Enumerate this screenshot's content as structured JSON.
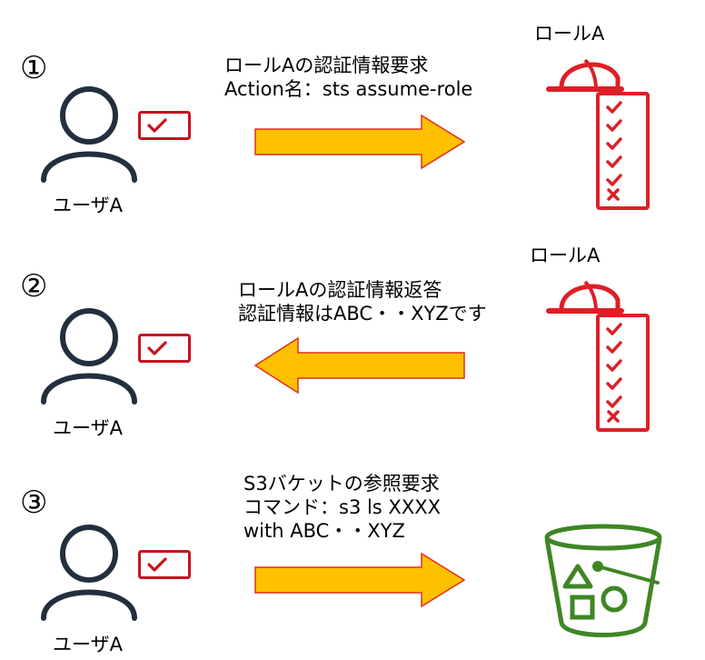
{
  "steps": [
    {
      "number": "①",
      "user_label": "ユーザA",
      "message_line1": "ロールAの認証情報要求",
      "message_line2": "Action名：sts assume-role",
      "message_line3": "",
      "target_label": "ロールA",
      "direction": "right"
    },
    {
      "number": "②",
      "user_label": "ユーザA",
      "message_line1": "ロールAの認証情報返答",
      "message_line2": "認証情報はABC・・XYZです",
      "message_line3": "",
      "target_label": "ロールA",
      "direction": "left"
    },
    {
      "number": "③",
      "user_label": "ユーザA",
      "message_line1": "S3バケットの参照要求",
      "message_line2": "コマンド：s3 ls XXXX",
      "message_line3": "with ABC・・XYZ",
      "target_label": "",
      "direction": "right"
    }
  ],
  "colors": {
    "user_icon": "#232f3e",
    "badge": "#c7131f",
    "role_icon": "#dd1f26",
    "bucket_icon": "#3f8624",
    "arrow_fill": "#ffc000",
    "arrow_stroke": "#e0301e"
  },
  "icons": {
    "user": "user-icon",
    "credential_badge": "checkmark-badge-icon",
    "role": "iam-role-helmet-checklist-icon",
    "bucket": "s3-bucket-icon"
  }
}
